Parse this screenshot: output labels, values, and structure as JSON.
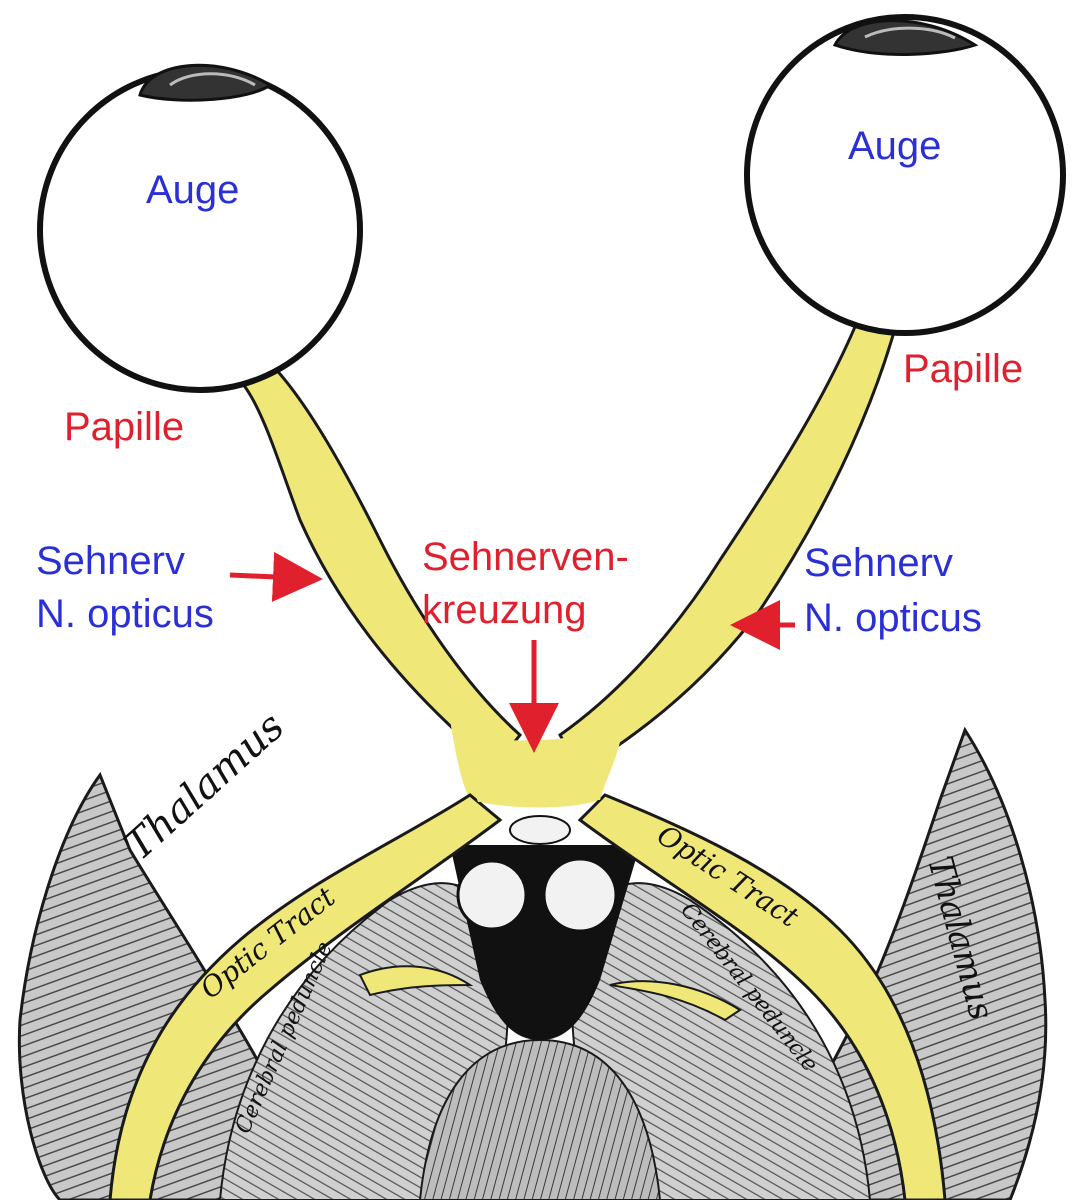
{
  "labels": {
    "auge_left": "Auge",
    "auge_right": "Auge",
    "papille_left": "Papille",
    "papille_right": "Papille",
    "sehnerv_left_line1": "Sehnerv",
    "sehnerv_left_line2": "N. opticus",
    "sehnerv_right_line1": "Sehnerv",
    "sehnerv_right_line2": "N. opticus",
    "chiasm_line1": "Sehnerven-",
    "chiasm_line2": "kreuzung",
    "thalamus_left": "Thalamus",
    "thalamus_right": "Thalamus",
    "optic_tract_left": "Optic Tract",
    "optic_tract_right": "Optic Tract",
    "cerebral_peduncle_left": "Cerebral peduncle",
    "cerebral_peduncle_right": "Cerebral peduncle"
  },
  "colors": {
    "blue_label": "#2b2fd6",
    "red_label": "#e0202c",
    "nerve_yellow": "#efe878",
    "outline": "#1a1a1a",
    "brain_gray": "#9a9a9a"
  }
}
